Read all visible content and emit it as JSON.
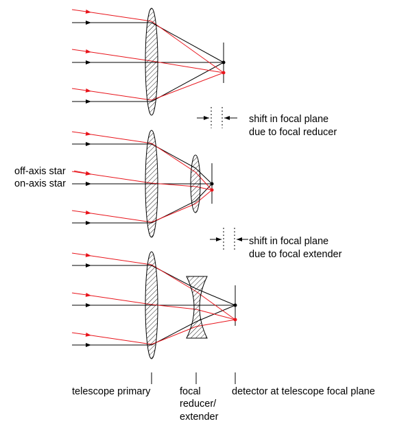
{
  "labels": {
    "shift_reducer_line1": "shift in focal plane",
    "shift_reducer_line2": "due to focal reducer",
    "shift_extender_line1": "shift in focal plane",
    "shift_extender_line2": "due to focal extender",
    "off_axis_star": "off-axis star",
    "on_axis_star": "on-axis star",
    "telescope_primary": "telescope primary",
    "focal_line1": "focal",
    "focal_line2": "reducer/",
    "focal_line3": "extender",
    "detector": "detector at telescope focal plane"
  },
  "colors": {
    "on_axis_ray": "#000000",
    "off_axis_ray": "#e8141b",
    "lens_outline": "#000000",
    "background": "#ffffff"
  }
}
